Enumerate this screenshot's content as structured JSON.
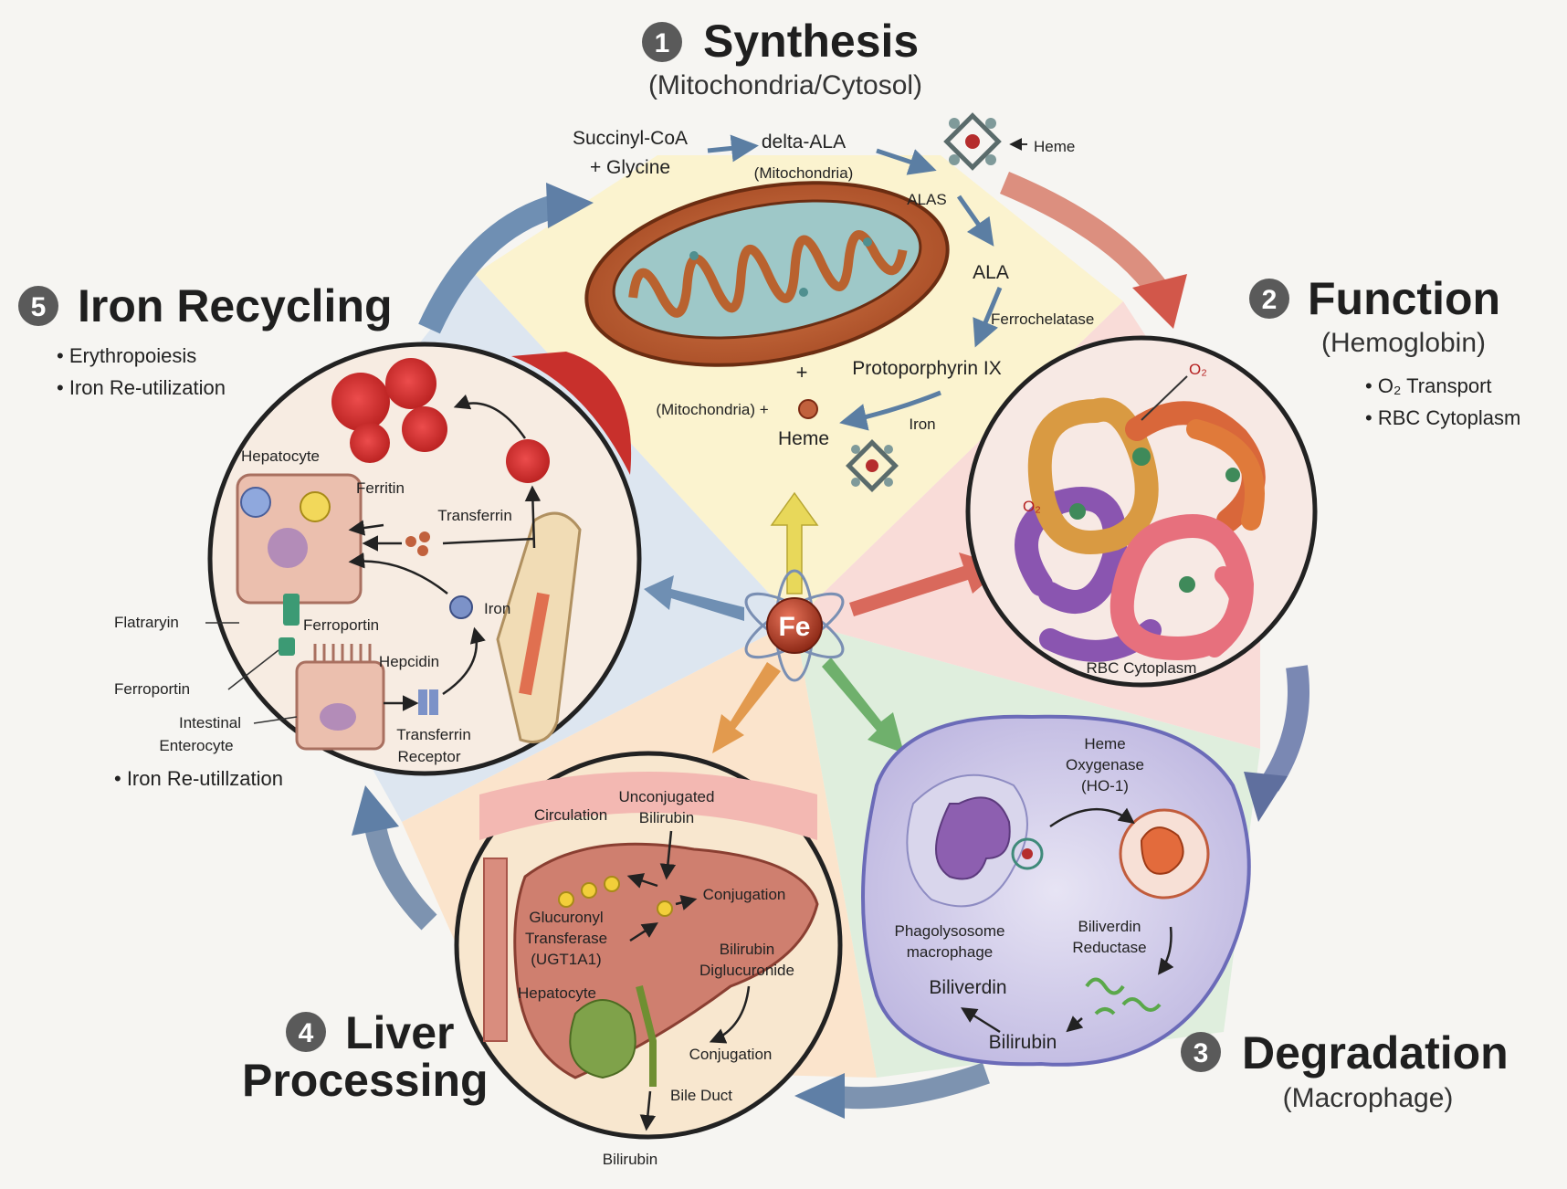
{
  "center": {
    "label": "Fe"
  },
  "sections": {
    "synthesis": {
      "number": "1",
      "title": "Synthesis",
      "subtitle": "(Mitochondria/Cytosol)",
      "labels": {
        "succinyl": "Succinyl-CoA",
        "glycine": "+ Glycine",
        "delta_ala": "delta-ALA",
        "mito_note": "(Mitochondria)",
        "heme_top": "Heme",
        "alas": "ALAS",
        "ala": "ALA",
        "ferrochelatase": "Ferrochelatase",
        "plus": "+",
        "protoporphyrin": "Protoporphyrin IX",
        "mito_plus": "(Mitochondria) +",
        "iron": "Iron",
        "heme": "Heme"
      }
    },
    "function": {
      "number": "2",
      "title": "Function",
      "subtitle": "(Hemoglobin)",
      "bullets": [
        "• O₂ Transport",
        "• RBC Cytoplasm"
      ],
      "labels": {
        "o2_top": "O₂",
        "o2_left": "O₂",
        "cytoplasm": "RBC Cytoplasm"
      }
    },
    "degradation": {
      "number": "3",
      "title": "Degradation",
      "subtitle": "(Macrophage)",
      "labels": {
        "heme_line1": "Heme",
        "heme_line2": "Oxygenase",
        "heme_line3": "(HO-1)",
        "phago_line1": "Phagolysosome",
        "phago_line2": "macrophage",
        "reductase_line1": "Biliverdin",
        "reductase_line2": "Reductase",
        "biliverdin": "Biliverdin",
        "bilirubin": "Bilirubin"
      }
    },
    "liver": {
      "number": "4",
      "title_line1": "Liver",
      "title_line2": "Processing",
      "labels": {
        "circulation": "Circulation",
        "unconj_line1": "Unconjugated",
        "unconj_line2": "Bilirubin",
        "conjugation_top": "Conjugation",
        "glucuronyl_line1": "Glucuronyl",
        "glucuronyl_line2": "Transferase",
        "glucuronyl_line3": "(UGT1A1)",
        "diglu_line1": "Bilirubin",
        "diglu_line2": "Diglucuronide",
        "hepatocyte": "Hepatocyte",
        "conjugation_bottom": "Conjugation",
        "bile_duct": "Bile Duct",
        "bilirubin_out": "Bilirubin"
      }
    },
    "recycling": {
      "number": "5",
      "title": "Iron Recycling",
      "bullets": [
        "• Erythropoiesis",
        "• Iron Re-utilization"
      ],
      "bottom_bullet": "• Iron Re-utillzation",
      "labels": {
        "hepatocyte": "Hepatocyte",
        "ferritin": "Ferritin",
        "transferrin": "Transferrin",
        "flatraryin": "Flatraryin",
        "ferroportin_inner": "Ferroportin",
        "iron": "Iron",
        "hepcidin": "Hepcidin",
        "ferroportin_outer": "Ferroportin",
        "enterocyte_line1": "Intestinal",
        "enterocyte_line2": "Enterocyte",
        "receptor_line1": "Transferrin",
        "receptor_line2": "Receptor"
      }
    }
  },
  "colors": {
    "synthesis_bg": "#fbf3cf",
    "function_bg": "#f9dcd8",
    "degradation_bg": "#dfeedd",
    "liver_bg": "#fbe4cc",
    "recycling_bg": "#dde6f0",
    "arrow_blue": "#5f7fa6",
    "arrow_red": "#d2574a",
    "fe_core": "#b53d25"
  }
}
